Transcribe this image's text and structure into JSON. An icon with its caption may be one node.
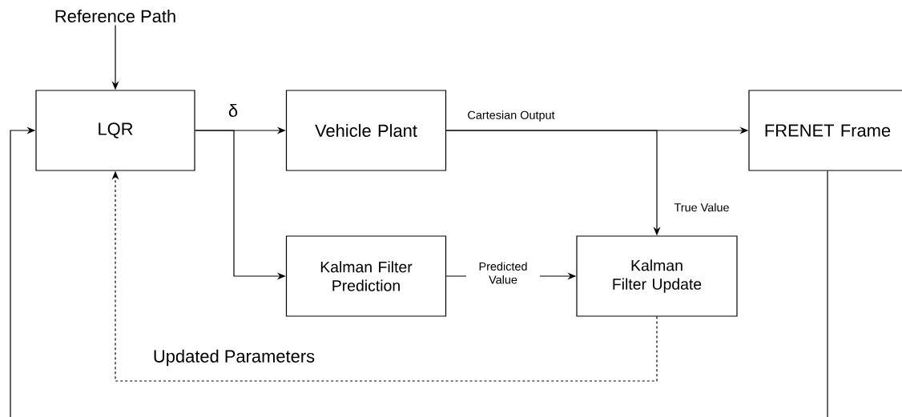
{
  "diagram": {
    "nodes": [
      {
        "text": [
          "Reference Path"
        ]
      },
      {
        "text": [
          "LQR"
        ]
      },
      {
        "text": [
          "Vehicle Plant"
        ]
      },
      {
        "text": [
          "FRENET Frame"
        ]
      },
      {
        "text": [
          "Kalman Filter Prediction"
        ]
      },
      {
        "text": [
          "Kalman Filter Update"
        ]
      }
    ],
    "edges": [
      {
        "from": 0,
        "to": 1,
        "arrow": "to"
      },
      {
        "from": 1,
        "to": 2,
        "arrow": "to",
        "label": "δ"
      },
      {
        "from": 1,
        "to": 4,
        "arrow": "to"
      },
      {
        "from": 2,
        "to": 3,
        "arrow": "to",
        "label": "Cartesian Output"
      },
      {
        "from": 2,
        "to": 5,
        "arrow": "to",
        "label": "True Value"
      },
      {
        "from": 4,
        "to": 5,
        "arrow": "to",
        "label": "Predicted Value"
      },
      {
        "from": 5,
        "to": 1,
        "arrow": "to",
        "style": "dashed",
        "label": "Updated Parameters"
      },
      {
        "from": 3,
        "to": null,
        "arrow": "none"
      },
      {
        "from": null,
        "to": 1,
        "arrow": "to"
      }
    ]
  }
}
